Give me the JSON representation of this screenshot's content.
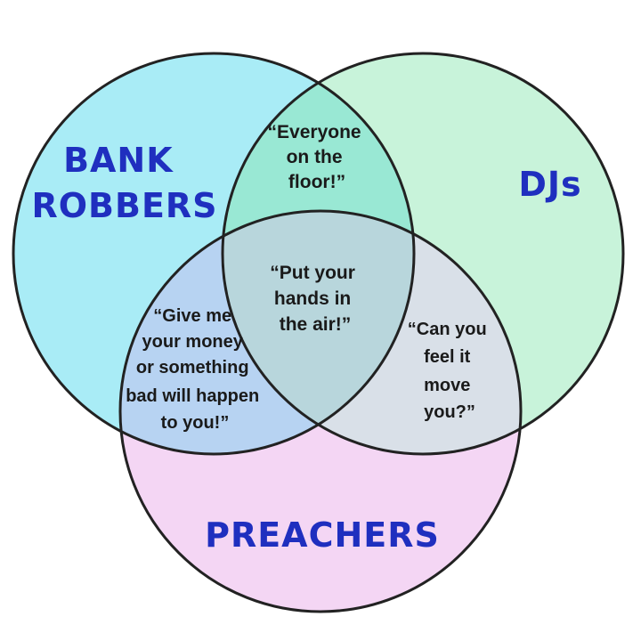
{
  "diagram": {
    "type": "venn",
    "sets": [
      {
        "id": "bank_robbers",
        "lines": [
          "BANK",
          "ROBBERS"
        ],
        "fill": "#a9ecf6"
      },
      {
        "id": "djs",
        "lines": [
          "DJs"
        ],
        "fill": "#c8f3da"
      },
      {
        "id": "preachers",
        "lines": [
          "PREACHERS"
        ],
        "fill": "#f4d6f4"
      }
    ],
    "label_color": "#1f2fbf",
    "text_color": "#1a1a1a",
    "outline_color": "#222222",
    "regions": {
      "bank_robbers_djs": {
        "lines": [
          "“Everyone",
          "on the",
          "floor!”"
        ],
        "fill": "#99e8d4"
      },
      "bank_robbers_preachers": {
        "lines": [
          "“Give me",
          "your money",
          "or something",
          "bad will happen",
          "to you!”"
        ],
        "fill": "#b7d3f2"
      },
      "djs_preachers": {
        "lines": [
          "“Can you",
          "feel it",
          "move",
          "you?”"
        ],
        "fill": "#d9e0e8"
      },
      "all_three": {
        "lines": [
          "“Put your",
          "hands in",
          "the air!”"
        ],
        "fill": "#b8d6dc"
      }
    }
  }
}
